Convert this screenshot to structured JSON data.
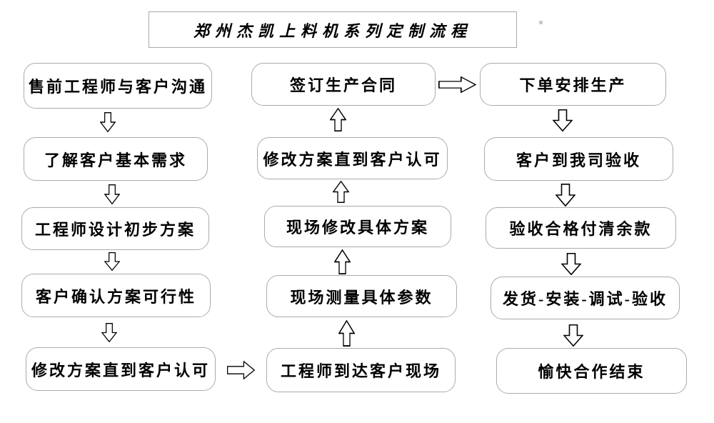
{
  "title": "郑州杰凯上料机系列定制流程",
  "flow": {
    "left_column": [
      "售前工程师与客户沟通",
      "了解客户基本需求",
      "工程师设计初步方案",
      "客户确认方案可行性",
      "修改方案直到客户认可"
    ],
    "middle_column_top_to_bottom": [
      "签订生产合同",
      "修改方案直到客户认可",
      "现场修改具体方案",
      "现场测量具体参数",
      "工程师到达客户现场"
    ],
    "right_column": [
      "下单安排生产",
      "客户到我司验收",
      "验收合格付清余款",
      "发货-安装-调试-验收",
      "愉快合作结束"
    ]
  },
  "colors": {
    "background": "#ffffff",
    "box_border": "#ababab",
    "text": "#000000",
    "arrow_outline": "#000000"
  }
}
